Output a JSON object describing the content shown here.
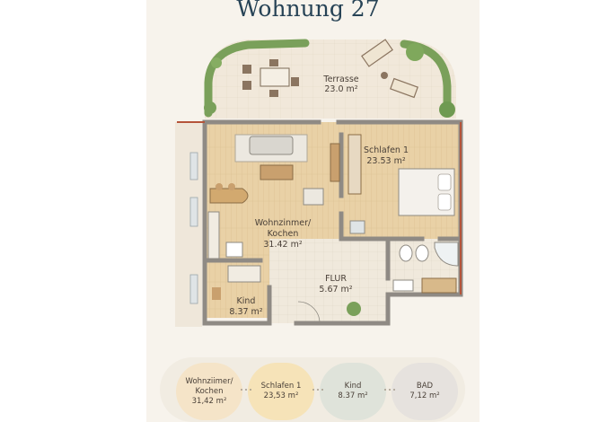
{
  "title": "Wohnung 27",
  "rooms": {
    "terrasse": {
      "name": "Terrasse",
      "area": "23.0 m²"
    },
    "schlafen": {
      "name": "Schlafen 1",
      "area": "23.53 m²"
    },
    "wohnen": {
      "name_line1": "Wohnzinmer/",
      "name_line2": "Kochen",
      "area": "31.42 m²"
    },
    "flur": {
      "name": "FLUR",
      "area": "5.67 m²"
    },
    "kind": {
      "name": "Kind",
      "area": "8.37 m²"
    }
  },
  "summary": [
    {
      "label_line1": "Wohnziimer/",
      "label_line2": "Kochen",
      "area": "31,42 m²",
      "color": "#f5e4c8"
    },
    {
      "label_line1": "Schlafen 1",
      "label_line2": "",
      "area": "23,53 m²",
      "color": "#f6e3b8"
    },
    {
      "label_line1": "Kind",
      "label_line2": "",
      "area": "8.37 m²",
      "color": "#dfe3da"
    },
    {
      "label_line1": "BAD",
      "label_line2": "",
      "area": "7,12 m²",
      "color": "#e6e2de"
    }
  ],
  "colors": {
    "wall": "#8f8a84",
    "floor_wood": "#e8cfa3",
    "tile": "#ece4d6",
    "accent_red": "#b5543a",
    "green": "#6f9a52"
  }
}
